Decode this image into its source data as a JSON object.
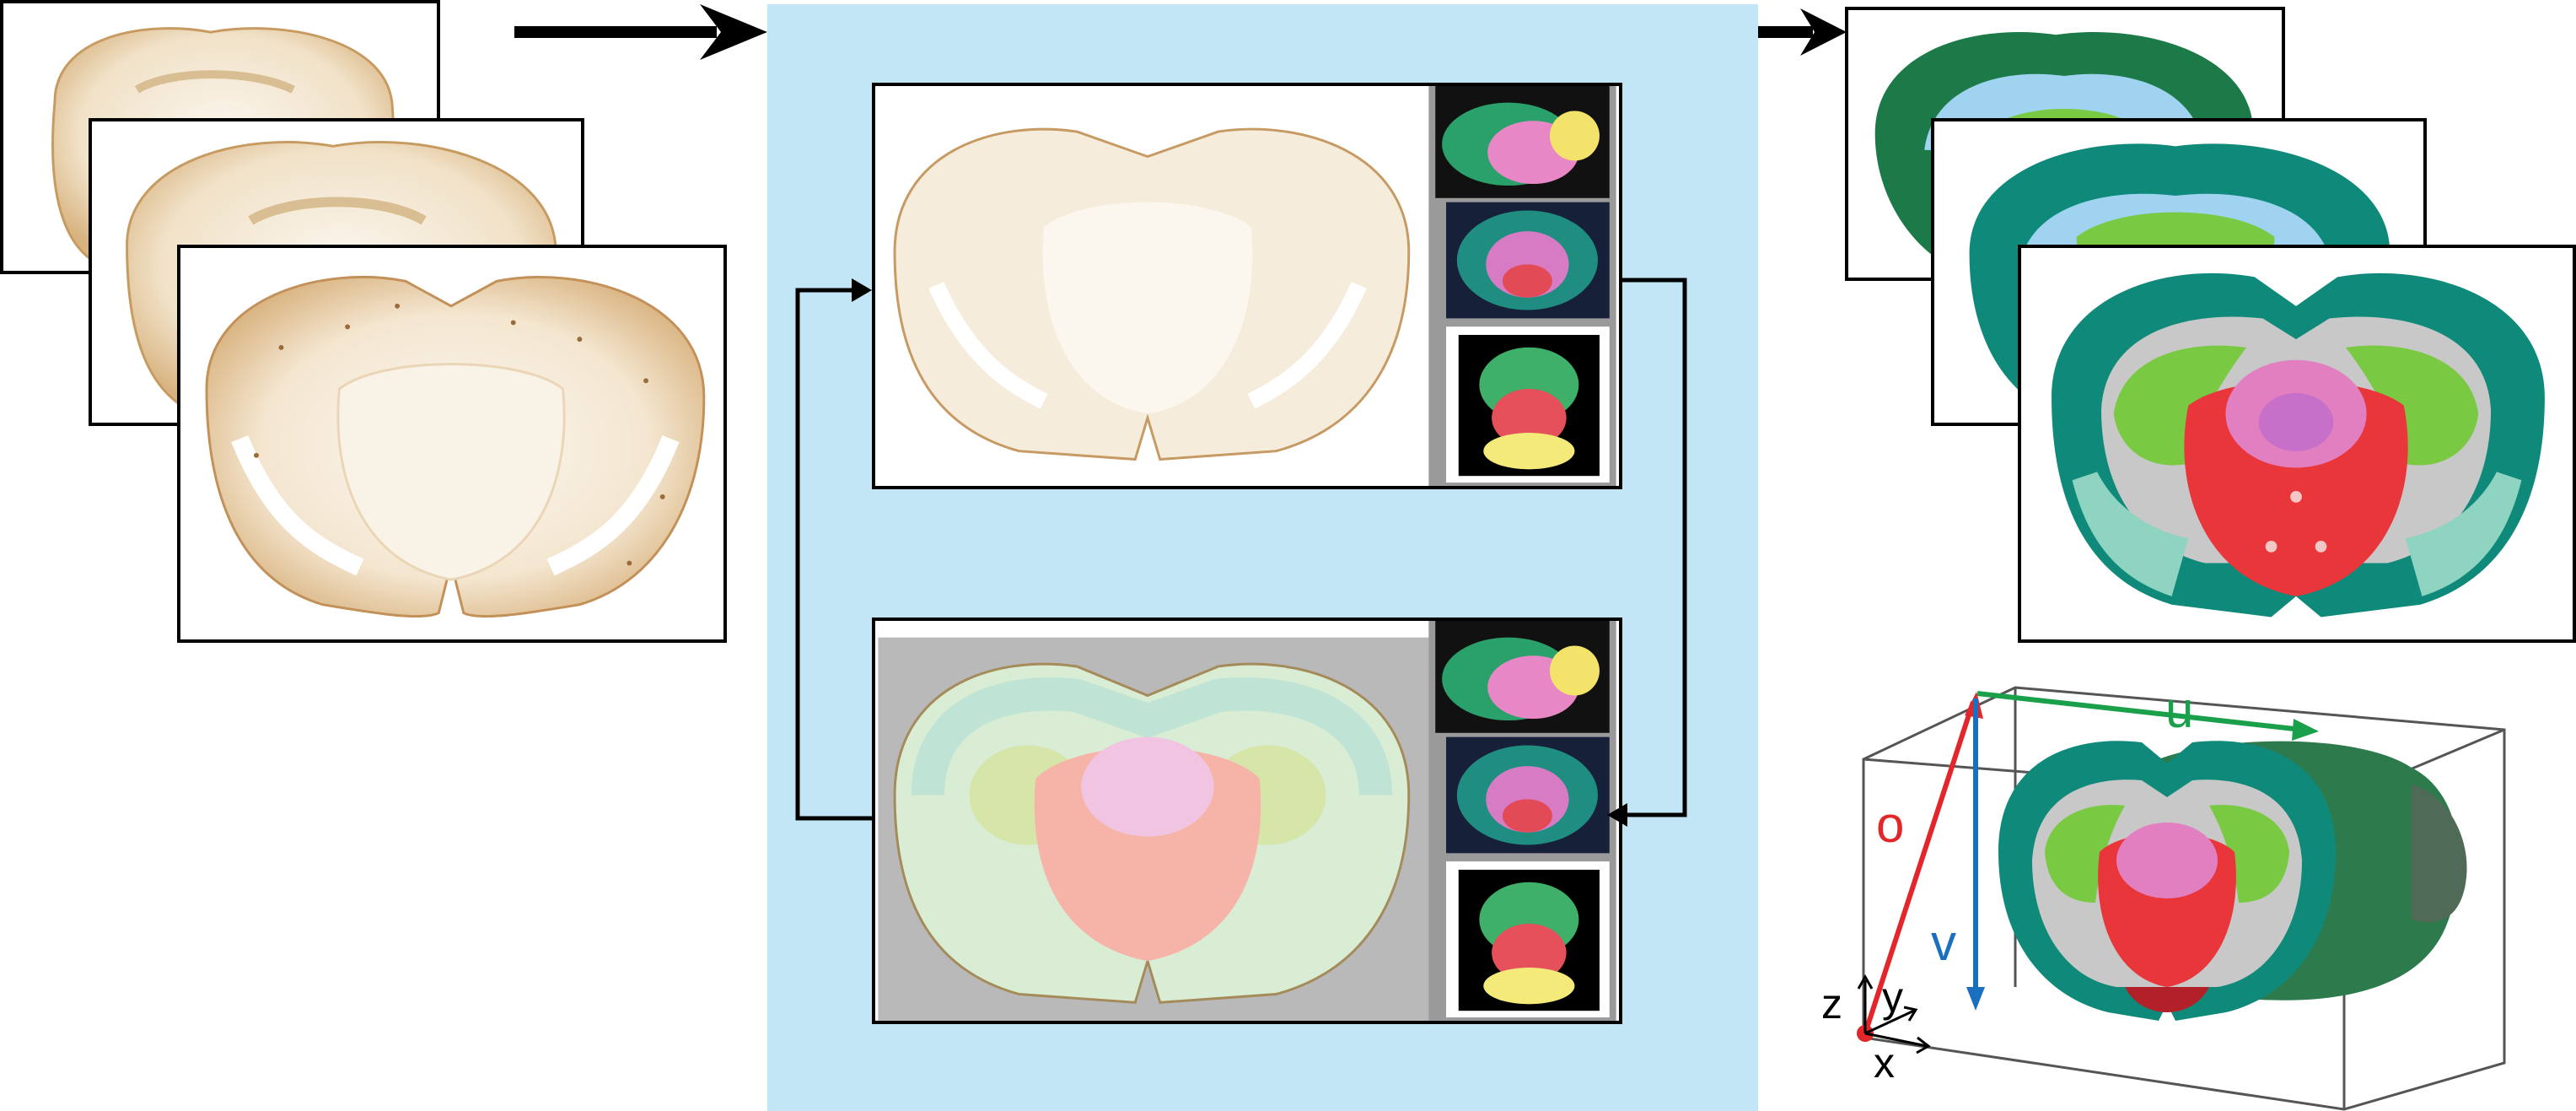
{
  "labels": {
    "u": "u",
    "o": "o",
    "v": "v",
    "z": "z",
    "y": "y",
    "x": "x"
  },
  "colors": {
    "panel_bg": "#c3e6f7",
    "stain": "#c9a06a",
    "cortex_green": "#0f8a7a",
    "cortex_dark": "#1c7a48",
    "hippocampus_green": "#7ac943",
    "thalamus_pink": "#e27fc0",
    "midbrain_red": "#e8363a",
    "ventricle_blue": "#9fd3f0",
    "vector_o": "#e3262a",
    "vector_u": "#1aa04a",
    "vector_v": "#1a6fbf"
  },
  "icons": [
    "flow-arrow-icon",
    "loop-arrow-icon",
    "axes-icon",
    "vector-arrow-icon"
  ]
}
